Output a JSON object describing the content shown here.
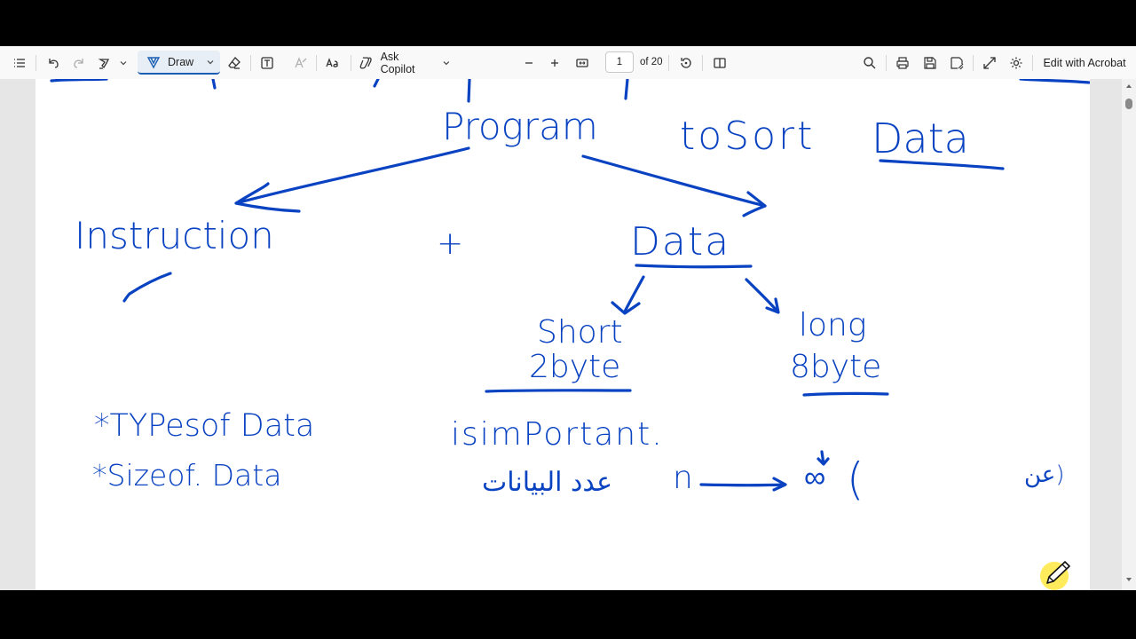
{
  "toolbar": {
    "draw_label": "Draw",
    "ask_copilot_label": "Ask Copilot",
    "page_current": "1",
    "page_total": "of 20",
    "edit_acrobat_label": "Edit with Acrobat",
    "accent_color": "#1a5fb4",
    "icons": [
      "contents-icon",
      "undo-icon",
      "redo-icon",
      "highlight-icon",
      "chevron-down-icon",
      "draw-icon",
      "eraser-icon",
      "text-box-icon",
      "text-format-icon",
      "read-aloud-icon",
      "copilot-icon",
      "zoom-out-icon",
      "zoom-in-icon",
      "fit-page-icon",
      "rotate-icon",
      "page-view-icon",
      "search-icon",
      "print-icon",
      "save-icon",
      "save-as-icon",
      "fullscreen-icon",
      "settings-icon"
    ]
  },
  "notes": {
    "ink_color": "#0a43c2",
    "program": "Program",
    "to_sort": "toSort",
    "data_top": "Data",
    "instruction": "Instruction",
    "plus": "+",
    "data_mid": "Data",
    "short": "Short",
    "short_size": "2byte",
    "long": "long",
    "long_size": "8byte",
    "types_of_data": "*TYPesof Data",
    "is_important": "isimPortant.",
    "size_of_data": "*Sizeof. Data",
    "arabic_count": "عدد البيانات",
    "n_symbol": "n",
    "infinity": "∞",
    "paren": "(",
    "arabic_partial": "عن)"
  }
}
